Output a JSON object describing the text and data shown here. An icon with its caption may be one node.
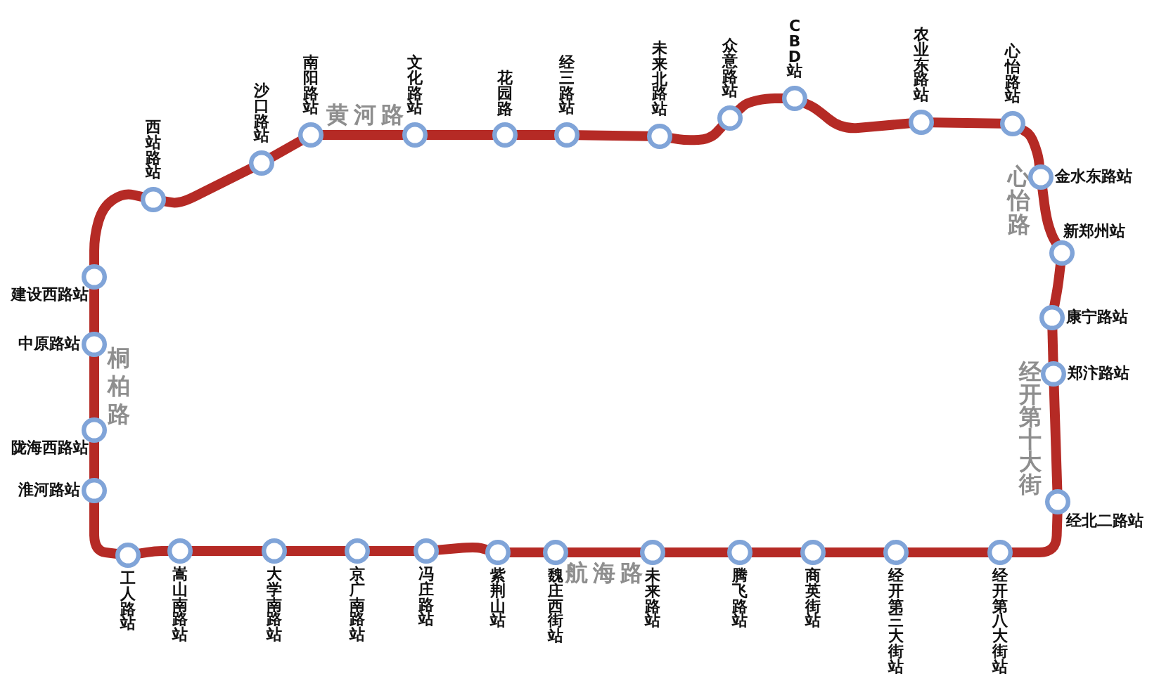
{
  "diagram": {
    "nodes": [
      {
        "text": [
          "西站路站"
        ]
      },
      {
        "text": [
          "沙口路站"
        ]
      },
      {
        "text": [
          "南阳路站"
        ]
      },
      {
        "text": [
          "文化路站"
        ]
      },
      {
        "text": [
          "花园路"
        ]
      },
      {
        "text": [
          "经三路站"
        ]
      },
      {
        "text": [
          "未来北路站"
        ]
      },
      {
        "text": [
          "众意路站"
        ]
      },
      {
        "text": [
          "CBD站"
        ]
      },
      {
        "text": [
          "农业东路站"
        ]
      },
      {
        "text": [
          "心怡路站"
        ]
      },
      {
        "text": [
          "金水东路站"
        ]
      },
      {
        "text": [
          "新郑州站"
        ]
      },
      {
        "text": [
          "康宁路站"
        ]
      },
      {
        "text": [
          "郑汴路站"
        ]
      },
      {
        "text": [
          "经北二路站"
        ]
      },
      {
        "text": [
          "经开第八大街站"
        ]
      },
      {
        "text": [
          "经开第三大街站"
        ]
      },
      {
        "text": [
          "商英街站"
        ]
      },
      {
        "text": [
          "腾飞路站"
        ]
      },
      {
        "text": [
          "未来路站"
        ]
      },
      {
        "text": [
          "魏庄西街站"
        ]
      },
      {
        "text": [
          "紫荆山站"
        ]
      },
      {
        "text": [
          "冯庄路站"
        ]
      },
      {
        "text": [
          "京广南路站"
        ]
      },
      {
        "text": [
          "大学南路站"
        ]
      },
      {
        "text": [
          "嵩山南路站"
        ]
      },
      {
        "text": [
          "工人路站"
        ]
      },
      {
        "text": [
          "淮河路站"
        ]
      },
      {
        "text": [
          "陇海西路站"
        ]
      },
      {
        "text": [
          "中原路站"
        ]
      },
      {
        "text": [
          "建设西路站"
        ]
      }
    ],
    "edges": [
      {
        "from": 0,
        "to": 1,
        "arrow": "none"
      },
      {
        "from": 1,
        "to": 2,
        "arrow": "none"
      },
      {
        "from": 2,
        "to": 3,
        "arrow": "none"
      },
      {
        "from": 3,
        "to": 4,
        "arrow": "none"
      },
      {
        "from": 4,
        "to": 5,
        "arrow": "none"
      },
      {
        "from": 5,
        "to": 6,
        "arrow": "none"
      },
      {
        "from": 6,
        "to": 7,
        "arrow": "none"
      },
      {
        "from": 7,
        "to": 8,
        "arrow": "none"
      },
      {
        "from": 8,
        "to": 9,
        "arrow": "none"
      },
      {
        "from": 9,
        "to": 10,
        "arrow": "none"
      },
      {
        "from": 10,
        "to": 11,
        "arrow": "none"
      },
      {
        "from": 11,
        "to": 12,
        "arrow": "none"
      },
      {
        "from": 12,
        "to": 13,
        "arrow": "none"
      },
      {
        "from": 13,
        "to": 14,
        "arrow": "none"
      },
      {
        "from": 14,
        "to": 15,
        "arrow": "none"
      },
      {
        "from": 15,
        "to": 16,
        "arrow": "none"
      },
      {
        "from": 16,
        "to": 17,
        "arrow": "none"
      },
      {
        "from": 17,
        "to": 18,
        "arrow": "none"
      },
      {
        "from": 18,
        "to": 19,
        "arrow": "none"
      },
      {
        "from": 19,
        "to": 20,
        "arrow": "none"
      },
      {
        "from": 20,
        "to": 21,
        "arrow": "none"
      },
      {
        "from": 21,
        "to": 22,
        "arrow": "none"
      },
      {
        "from": 22,
        "to": 23,
        "arrow": "none"
      },
      {
        "from": 23,
        "to": 24,
        "arrow": "none"
      },
      {
        "from": 24,
        "to": 25,
        "arrow": "none"
      },
      {
        "from": 25,
        "to": 26,
        "arrow": "none"
      },
      {
        "from": 26,
        "to": 27,
        "arrow": "none"
      },
      {
        "from": 27,
        "to": 28,
        "arrow": "none"
      },
      {
        "from": 28,
        "to": 29,
        "arrow": "none"
      },
      {
        "from": 29,
        "to": 30,
        "arrow": "none"
      },
      {
        "from": 30,
        "to": 31,
        "arrow": "none"
      },
      {
        "from": 31,
        "to": 0,
        "arrow": "none"
      }
    ],
    "labels": [
      "黄河路",
      "心怡路",
      "桐柏路",
      "经开第十大街",
      "航海路"
    ]
  }
}
